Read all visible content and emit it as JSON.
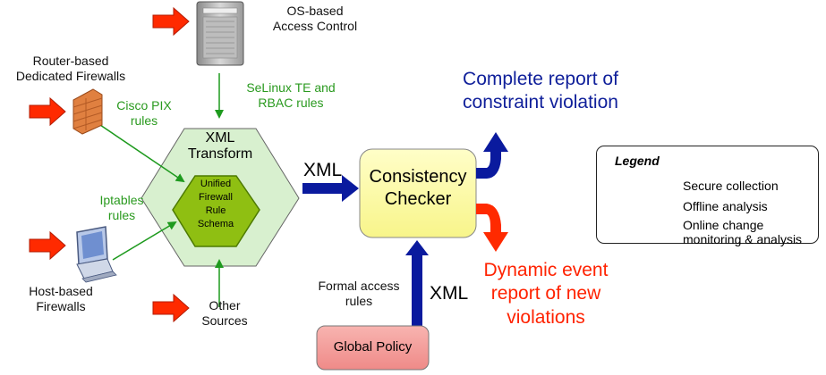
{
  "sources": {
    "os_based": [
      "OS-based",
      "Access Control"
    ],
    "router_based": [
      "Router-based",
      "Dedicated Firewalls"
    ],
    "host_based": [
      "Host-based",
      "Firewalls"
    ],
    "other": [
      "Other",
      "Sources"
    ]
  },
  "rules": {
    "cisco": [
      "Cisco PIX",
      "rules"
    ],
    "selinux": [
      "SeLinux TE and",
      "RBAC rules"
    ],
    "iptables": [
      "Iptables",
      "rules"
    ]
  },
  "transform": {
    "title": [
      "XML",
      "Transform"
    ],
    "schema": [
      "Unified",
      "Firewall",
      "Rule",
      "Schema"
    ]
  },
  "xml_labels": {
    "to_checker": "XML",
    "from_policy": "XML"
  },
  "checker": {
    "label": [
      "Consistency",
      "Checker"
    ]
  },
  "outputs": {
    "complete_report": [
      "Complete report of",
      "constraint violation"
    ],
    "dynamic_report": [
      "Dynamic event",
      "report of new",
      "violations"
    ]
  },
  "policy": {
    "formal_rules": [
      "Formal access",
      "rules"
    ],
    "global_policy": "Global Policy"
  },
  "legend": {
    "title": "Legend",
    "items": [
      {
        "text": [
          "Secure collection"
        ],
        "color": "#1e9a1e",
        "style": "thin"
      },
      {
        "text": [
          "Offline analysis"
        ],
        "color": "#0a1a9e",
        "style": "thick"
      },
      {
        "text": [
          "Online change",
          "monitoring & analysis"
        ],
        "color": "#ff2a00",
        "style": "thick"
      }
    ]
  },
  "colors": {
    "hexagon_outer": "#d8f0cf",
    "hexagon_inner": "#8fbf12",
    "checker_fill": "#fdfca8",
    "policy_fill": "#f49a98",
    "blue": "#0a1a9e",
    "red": "#ff2a00",
    "green": "#1e9a1e"
  },
  "icons": [
    "os-server-icon",
    "router-firewall-icon",
    "host-monitor-icon"
  ]
}
